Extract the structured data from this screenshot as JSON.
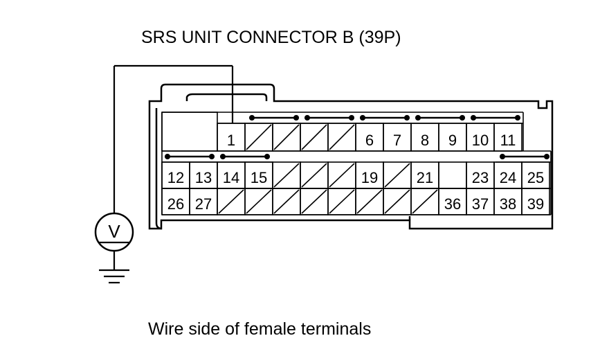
{
  "title": "SRS UNIT CONNECTOR B (39P)",
  "caption": "Wire side of female terminals",
  "meter_symbol": "V",
  "meter_icon": "voltmeter-icon",
  "ground_icon": "ground-icon",
  "probe_terminal": "1",
  "terminals": [
    "1",
    "6",
    "7",
    "8",
    "9",
    "10",
    "11",
    "12",
    "13",
    "14",
    "15",
    "19",
    "21",
    "23",
    "24",
    "25",
    "26",
    "27",
    "36",
    "37",
    "38",
    "39"
  ]
}
